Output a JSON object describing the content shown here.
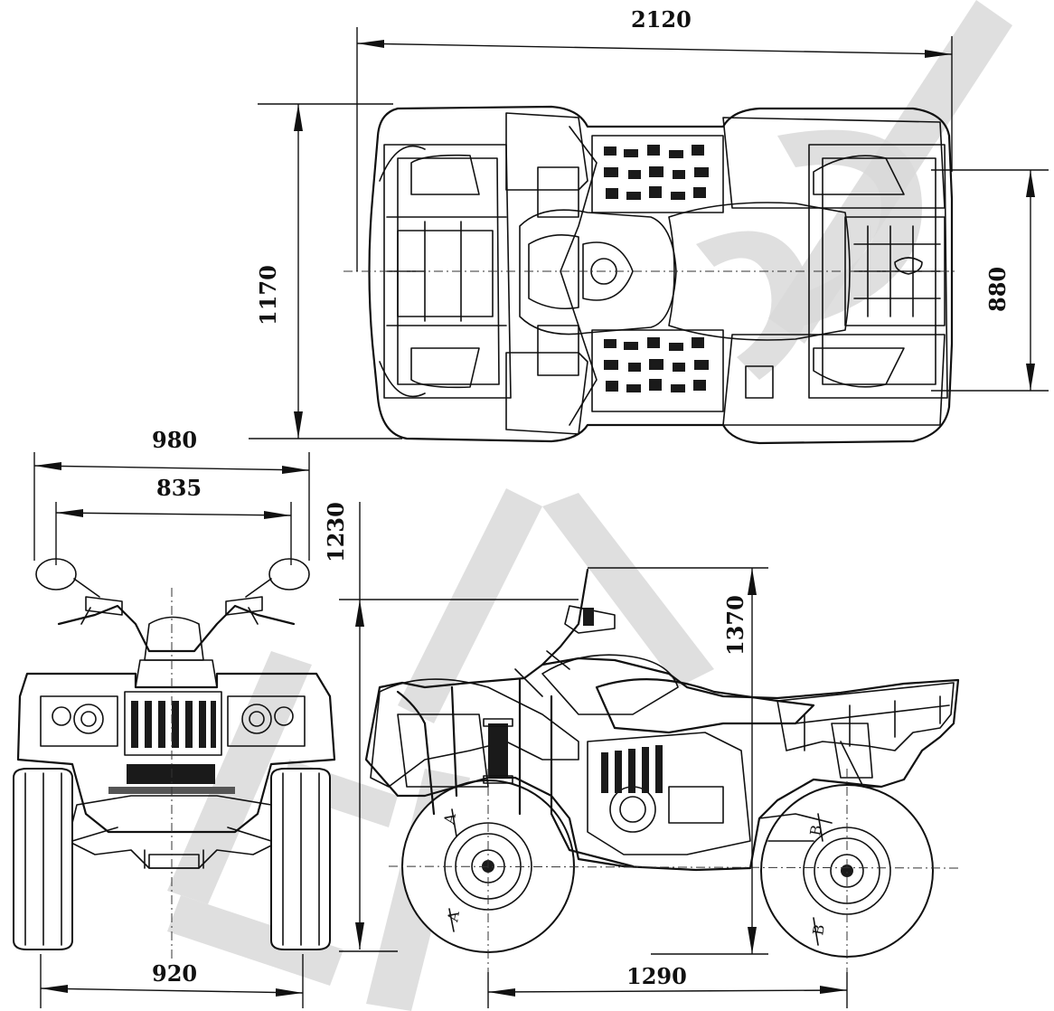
{
  "dimensions": {
    "overall_length": "2120",
    "overall_width": "1170",
    "wheel_track_rear_top": "880",
    "mirror_width": "980",
    "handlebar_width": "835",
    "seat_height": "1230",
    "overall_height": "1370",
    "wheel_track": "920",
    "wheelbase": "1290"
  },
  "section_marks": {
    "front_upper": "A",
    "front_lower": "A",
    "rear_upper": "B",
    "rear_lower": "B"
  },
  "colors": {
    "line": "#111111",
    "watermark": "#d9d9d9",
    "background": "#ffffff"
  }
}
